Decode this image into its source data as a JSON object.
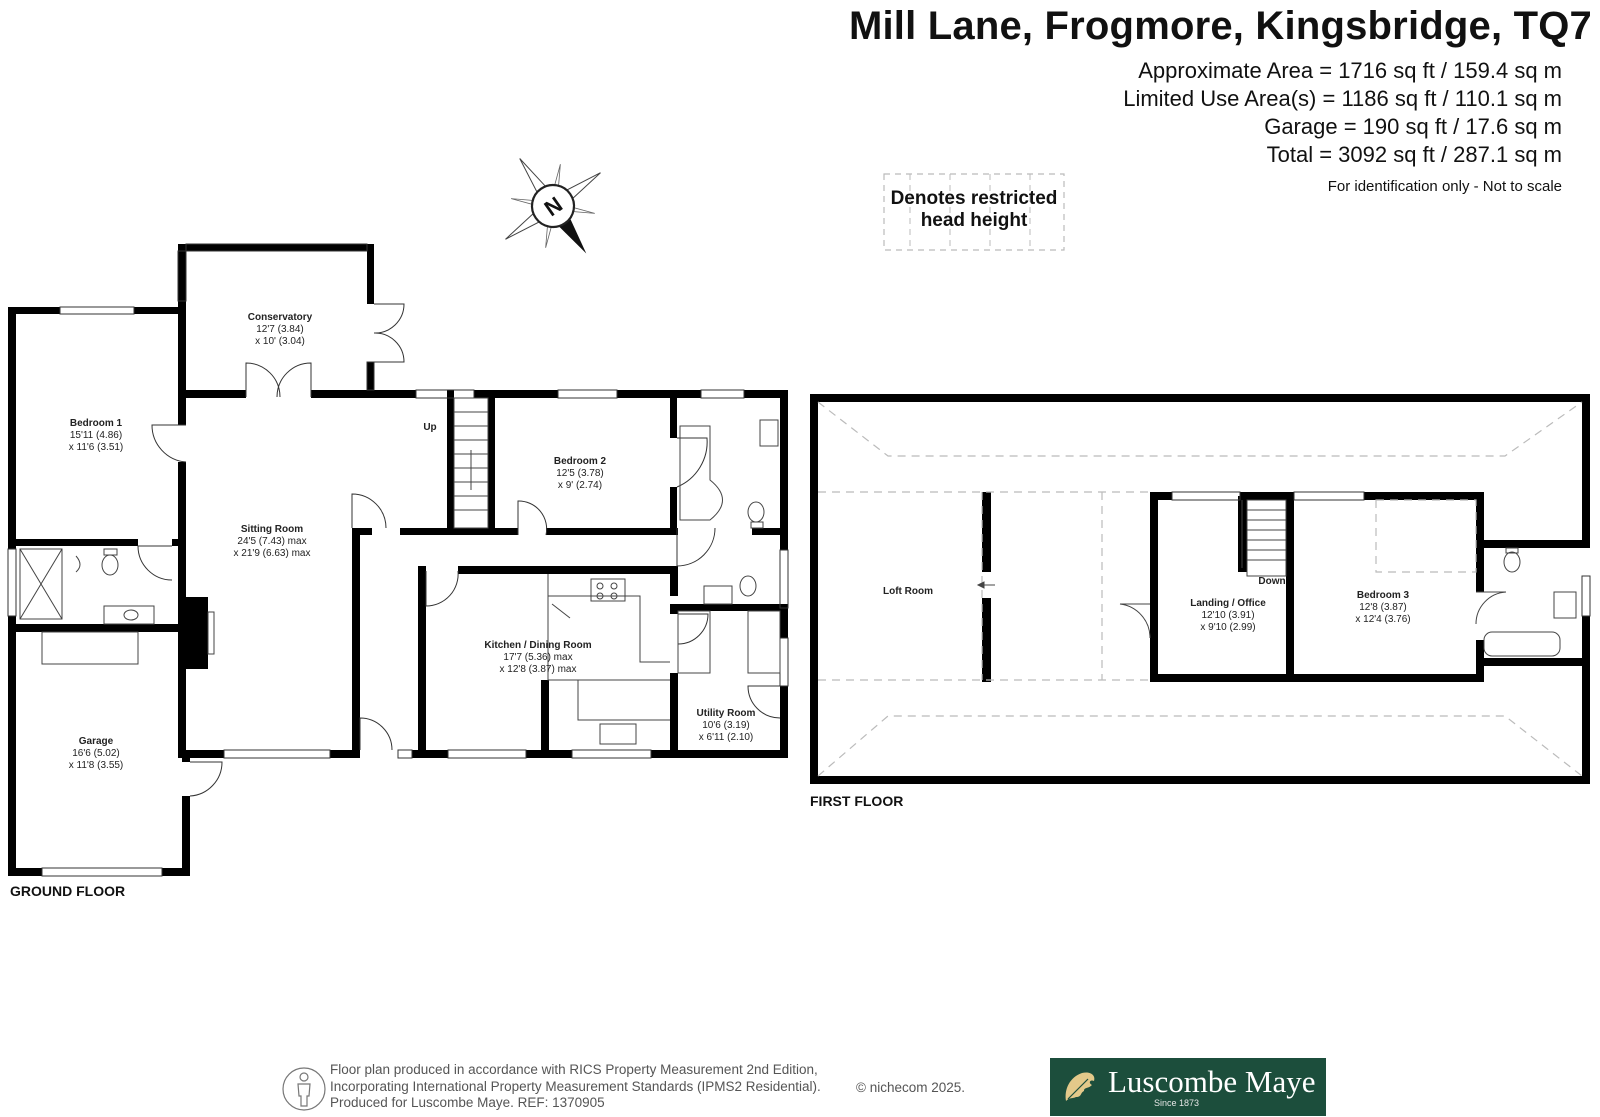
{
  "header": {
    "title": "Mill Lane, Frogmore, Kingsbridge, TQ7",
    "areas": [
      "Approximate Area = 1716 sq ft / 159.4  sq m",
      "Limited Use Area(s) = 1186 sq ft / 110.1 sq m",
      "Garage = 190 sq ft / 17.6 sq m",
      "Total = 3092 sq ft / 287.1 sq m"
    ],
    "identification": "For identification only - Not to scale"
  },
  "legend": {
    "line1": "Denotes restricted",
    "line2": "head height"
  },
  "compass": {
    "label": "N"
  },
  "ground_floor": {
    "label": "GROUND FLOOR",
    "stairs_label": "Up",
    "rooms": {
      "conservatory": {
        "name": "Conservatory",
        "dim1": "12'7 (3.84)",
        "dim2": "x 10' (3.04)"
      },
      "bedroom1": {
        "name": "Bedroom 1",
        "dim1": "15'11 (4.86)",
        "dim2": "x 11'6 (3.51)"
      },
      "sitting": {
        "name": "Sitting Room",
        "dim1": "24'5 (7.43) max",
        "dim2": "x 21'9 (6.63) max"
      },
      "bedroom2": {
        "name": "Bedroom 2",
        "dim1": "12'5 (3.78)",
        "dim2": "x 9' (2.74)"
      },
      "kitchen": {
        "name": "Kitchen / Dining Room",
        "dim1": "17'7 (5.36) max",
        "dim2": "x 12'8 (3.87) max"
      },
      "utility": {
        "name": "Utility Room",
        "dim1": "10'6 (3.19)",
        "dim2": "x 6'11 (2.10)"
      },
      "garage": {
        "name": "Garage",
        "dim1": "16'6 (5.02)",
        "dim2": "x 11'8 (3.55)"
      }
    }
  },
  "first_floor": {
    "label": "FIRST FLOOR",
    "stairs_label": "Down",
    "rooms": {
      "loft": {
        "name": "Loft Room"
      },
      "landing": {
        "name": "Landing / Office",
        "dim1": "12'10 (3.91)",
        "dim2": "x 9'10 (2.99)"
      },
      "bedroom3": {
        "name": "Bedroom 3",
        "dim1": "12'8 (3.87)",
        "dim2": "x 12'4 (3.76)"
      }
    }
  },
  "footer": {
    "line1": "Floor plan produced in accordance with RICS Property Measurement 2nd Edition,",
    "line2": "Incorporating International Property Measurement Standards (IPMS2 Residential).",
    "line3": "Produced for Luscombe Maye.   REF: 1370905",
    "copyright": "© nichecom 2025."
  },
  "brand": {
    "name": "Luscombe Maye",
    "since": "Since 1873"
  },
  "colors": {
    "wall": "#000000",
    "brand_green": "#1c4e3c",
    "restricted_line": "#bbbbbb"
  }
}
